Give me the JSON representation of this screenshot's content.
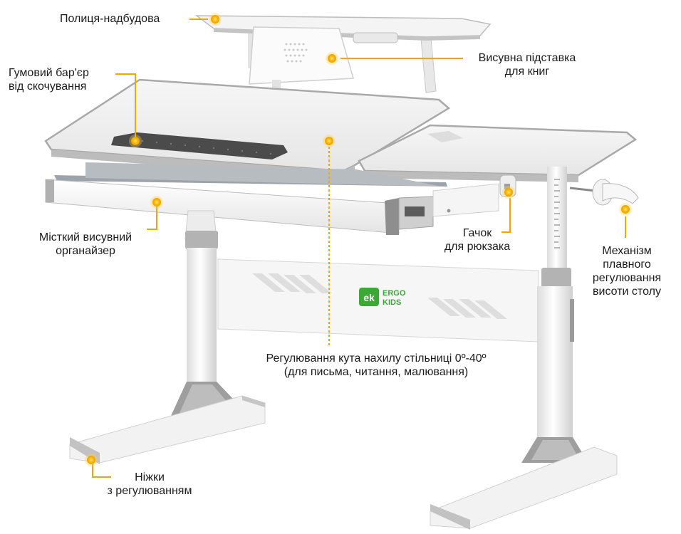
{
  "labels": {
    "shelf": "Полиця-надбудова",
    "book_stand_line1": "Висувна підставка",
    "book_stand_line2": "для книг",
    "rubber_line1": "Гумовий бар'єр",
    "rubber_line2": "від скочування",
    "organizer_line1": "Місткий висувний",
    "organizer_line2": "органайзер",
    "hook_line1": "Гачок",
    "hook_line2": "для рюкзака",
    "mechanism_line1": "Механізм",
    "mechanism_line2": "плавного",
    "mechanism_line3": "регулювання",
    "mechanism_line4": "висоти столу",
    "tilt_line1": "Регулювання кута нахилу стільниці 0º-40º",
    "tilt_line2": "(для письма, читання, малювання)",
    "legs_line1": "Ніжки",
    "legs_line2": "з регулюванням"
  },
  "logo": {
    "mark": "ek",
    "brand_line1": "ERGO",
    "brand_line2": "KIDS",
    "color": "#3aaa35"
  },
  "colors": {
    "marker": "#f7b500",
    "leader": "#f0a800",
    "desk_white": "#f2f2f2",
    "desk_grey": "#b9b9b9",
    "dark_grey": "#8c8c8c"
  }
}
